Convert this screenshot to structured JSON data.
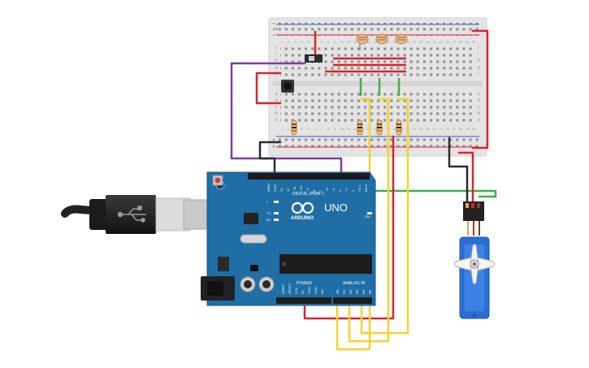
{
  "arduino": {
    "logo_text": "ARDUINO",
    "model_label": "UNO",
    "digital_header_label": "DIGITAL (PWM~)",
    "power_header_label": "POWER",
    "analog_header_label": "ANALOG IN",
    "led_labels": [
      "L",
      "TX",
      "RX"
    ],
    "on_label": "ON",
    "digital_pin_labels": [
      "AREF",
      "GND",
      "13",
      "12",
      "~11",
      "~10",
      "~9",
      "8",
      "7",
      "~6",
      "~5",
      "4",
      "~3",
      "2",
      "TX 1",
      "RX 0"
    ],
    "power_pin_labels": [
      "IOREF",
      "RESET",
      "3.3V",
      "5V",
      "GND",
      "GND",
      "Vin"
    ],
    "analog_pin_labels": [
      "A0",
      "A1",
      "A2",
      "A3",
      "A4",
      "A5"
    ]
  },
  "breadboard": {
    "row_letters_top": [
      "j",
      "i",
      "h",
      "g",
      "f"
    ],
    "row_letters_bottom": [
      "e",
      "d",
      "c",
      "b",
      "a"
    ],
    "column_numbers": [
      "1",
      "2",
      "3",
      "4",
      "5",
      "6",
      "7",
      "8",
      "9",
      "10",
      "11",
      "12",
      "13",
      "14",
      "15",
      "16",
      "17",
      "18",
      "19",
      "20",
      "21",
      "22",
      "23",
      "24",
      "25",
      "26",
      "27",
      "28",
      "29",
      "30"
    ],
    "rail_plus": "+",
    "rail_minus": "-"
  },
  "colors": {
    "board_blue": "#1f6ea6",
    "breadboard": "#e9e9e9",
    "wire_red": "#d8262c",
    "wire_black": "#2b2b2b",
    "wire_purple": "#7a3fa0",
    "wire_green": "#3db14a",
    "wire_yellow": "#f2d22e",
    "servo_blue": "#2a6fd6"
  },
  "icons": [
    "usb-plug-icon",
    "usb-symbol-icon",
    "arduino-infinity-logo-icon"
  ]
}
